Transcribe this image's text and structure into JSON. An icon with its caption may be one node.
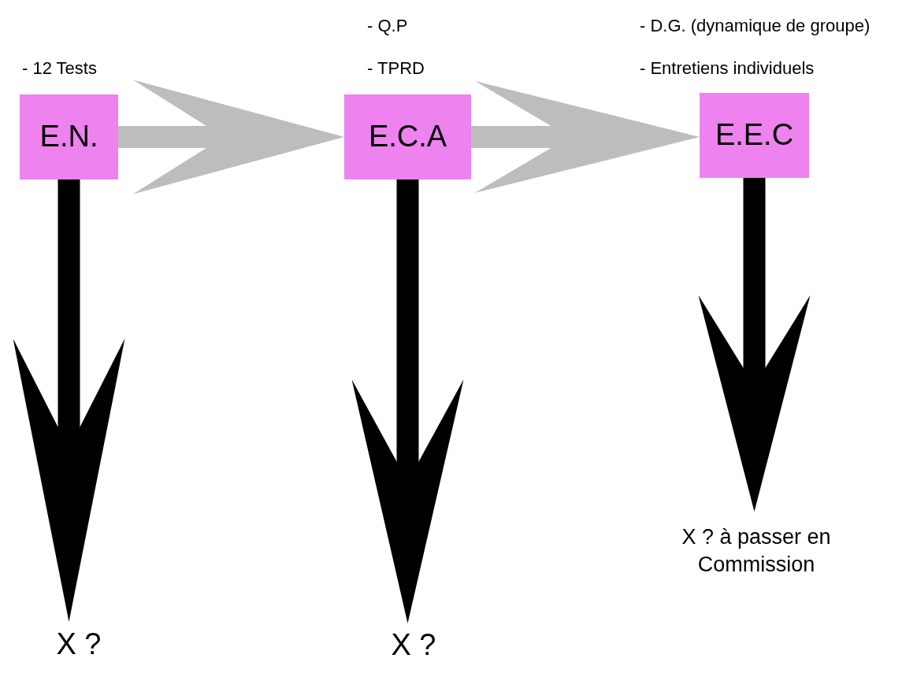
{
  "diagram": {
    "nodes": [
      {
        "text": [
          "E.N."
        ],
        "beside": [
          "- 12 Tests"
        ]
      },
      {
        "text": [
          "E.C.A"
        ],
        "beside": [
          "- Q.P",
          "- TPRD"
        ]
      },
      {
        "text": [
          "E.E.C"
        ],
        "beside": [
          "- D.G. (dynamique de groupe)",
          "- Entretiens individuels"
        ]
      },
      {
        "text": [
          "X ?"
        ]
      },
      {
        "text": [
          "X ?"
        ]
      },
      {
        "text": [
          "X ? à passer en Commission"
        ]
      }
    ],
    "edges": [
      {
        "from": 0,
        "to": 1,
        "arrow": "to",
        "color": "#bdbdbd"
      },
      {
        "from": 1,
        "to": 2,
        "arrow": "to",
        "color": "#bdbdbd"
      },
      {
        "from": 0,
        "to": 3,
        "arrow": "to"
      },
      {
        "from": 1,
        "to": 4,
        "arrow": "to"
      },
      {
        "from": 2,
        "to": 5,
        "arrow": "to"
      }
    ]
  }
}
